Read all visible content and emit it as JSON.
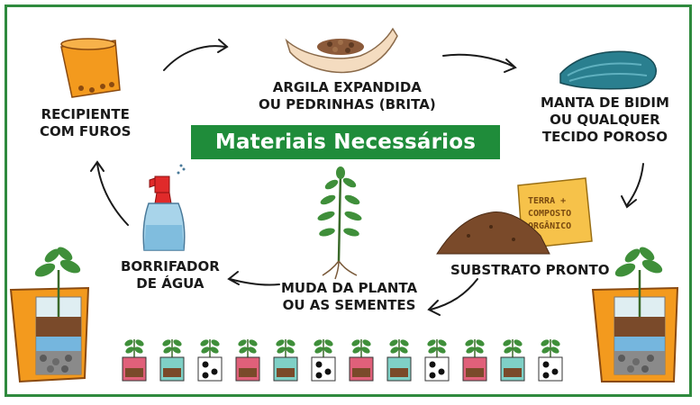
{
  "title": "Materiais Necessários",
  "steps": {
    "recipiente": [
      "RECIPIENTE",
      "COM FUROS"
    ],
    "argila": [
      "ARGILA EXPANDIDA",
      "OU PEDRINHAS (BRITA)"
    ],
    "manta": [
      "MANTA DE BIDIM",
      "OU QUALQUER",
      "TECIDO POROSO"
    ],
    "substrato": [
      "SUBSTRATO PRONTO"
    ],
    "muda": [
      "MUDA DA PLANTA",
      "OU AS SEMENTES"
    ],
    "borrifador": [
      "BORRIFADOR",
      "DE ÁGUA"
    ]
  },
  "bag_text": [
    "TERRA +",
    "COMPOSTO",
    "ORGÂNICO"
  ],
  "colors": {
    "border": "#2f8a3e",
    "title_bg": "#1f8c3a",
    "pot_orange": "#f39a1e",
    "cloth_blue": "#2a7f8f",
    "soil_brown": "#7a4a2a",
    "leaf_green": "#3f8f3a"
  }
}
